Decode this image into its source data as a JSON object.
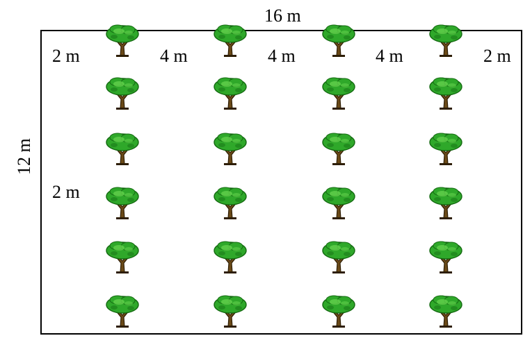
{
  "width_label": "16 m",
  "height_label": "12 m",
  "row_spacing_labels": [
    "2 m",
    "4 m",
    "4 m",
    "4 m",
    "2 m"
  ],
  "column_spacing_label": "2 m",
  "tree_grid": {
    "rows": 6,
    "columns": 4
  },
  "colors": {
    "foliage": "#2fa82a",
    "foliage_dark": "#156b12",
    "foliage_light": "#63d04c",
    "trunk": "#6b4a18",
    "trunk_dark": "#2e1e05",
    "border": "#000000"
  },
  "icons": {
    "tree": "tree-icon"
  }
}
